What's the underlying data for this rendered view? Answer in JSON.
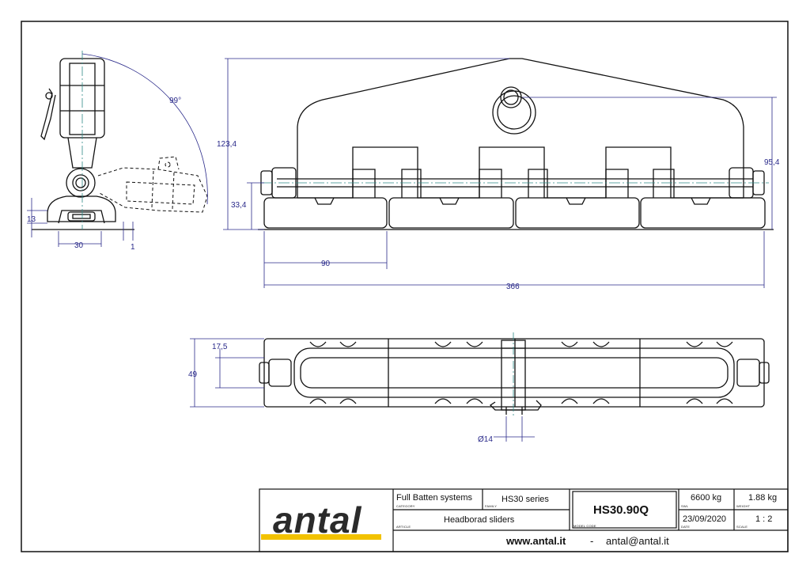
{
  "drawing": {
    "dimensions": {
      "angle": "99°",
      "d13": "13",
      "d30": "30",
      "d1": "1",
      "d123": "123,4",
      "d33": "33,4",
      "d95": "95,4",
      "d90": "90",
      "d366": "366",
      "d17": "17,5",
      "d49": "49",
      "d14": "Ø14"
    }
  },
  "title_block": {
    "logo": "antal",
    "category_value": "Full Batten systems",
    "category_label": "CATEGORY",
    "family_value": "HS30 series",
    "family_label": "FAMILY",
    "article_value": "Headborad sliders",
    "article_label": "ARTICLE",
    "model_code_value": "HS30.90Q",
    "model_code_label": "MODEL CODE",
    "swl_value": "6600 kg",
    "swl_label": "SWL",
    "weight_value": "1.88 kg",
    "weight_label": "WEIGHT",
    "date_value": "23/09/2020",
    "date_label": "DATE",
    "scale_value": "1 : 2",
    "scale_label": "SCALE",
    "website": "www.antal.it",
    "separator": "-",
    "email": "antal@antal.it"
  },
  "colors": {
    "line": "#111111",
    "dimension": "#2a2a8a",
    "centerline": "#2e8b87",
    "logo_bar": "#f2c200"
  }
}
